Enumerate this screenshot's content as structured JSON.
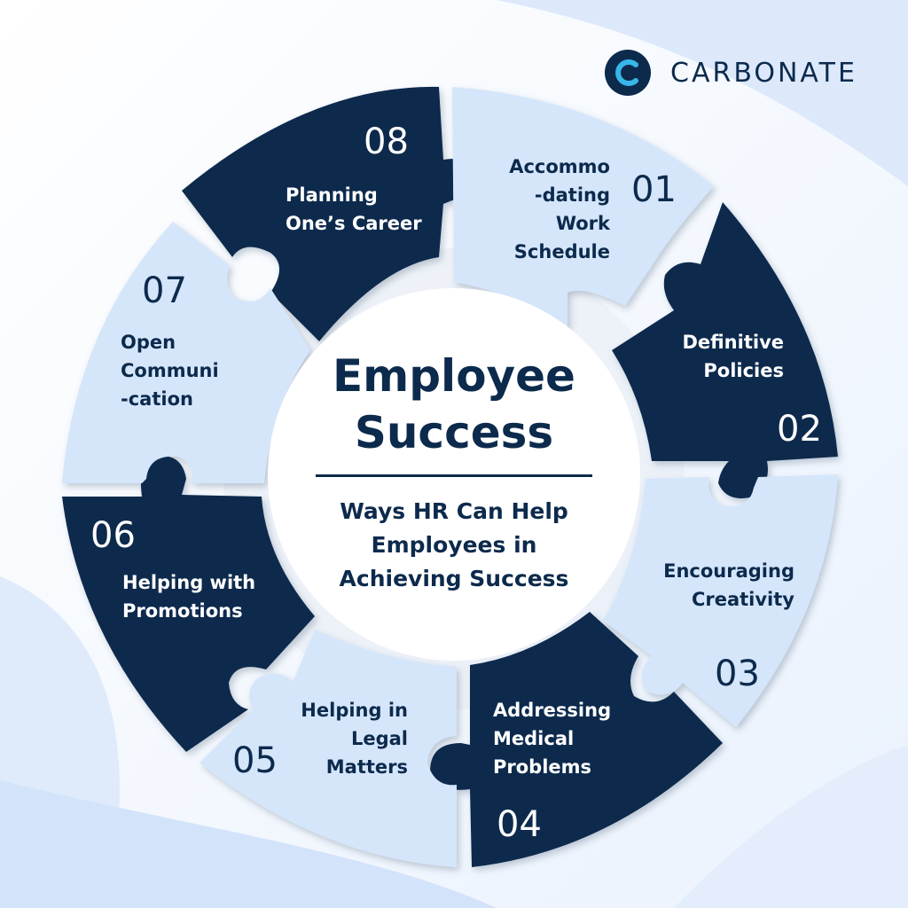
{
  "brand": {
    "name": "CARBONATE",
    "logo_letter": "C"
  },
  "center": {
    "title_line1": "Employee",
    "title_line2": "Success",
    "subtitle_line1": "Ways HR Can Help",
    "subtitle_line2": "Employees in",
    "subtitle_line3": "Achieving Success"
  },
  "pieces": [
    {
      "number": "01",
      "label_lines": [
        "Accommo",
        "-dating",
        "Work",
        "Schedule"
      ]
    },
    {
      "number": "02",
      "label_lines": [
        "Definitive",
        "Policies"
      ]
    },
    {
      "number": "03",
      "label_lines": [
        "Encouraging",
        "Creativity"
      ]
    },
    {
      "number": "04",
      "label_lines": [
        "Addressing",
        "Medical",
        "Problems"
      ]
    },
    {
      "number": "05",
      "label_lines": [
        "Helping in",
        "Legal",
        "Matters"
      ]
    },
    {
      "number": "06",
      "label_lines": [
        "Helping with",
        "Promotions"
      ]
    },
    {
      "number": "07",
      "label_lines": [
        "Open",
        "Communi",
        "-cation"
      ]
    },
    {
      "number": "08",
      "label_lines": [
        "Planning",
        "One’s Career"
      ]
    }
  ],
  "colors": {
    "dark": "#0b2a4e",
    "light": "#d5e6fb",
    "text_dark": "#0c2a4c"
  }
}
